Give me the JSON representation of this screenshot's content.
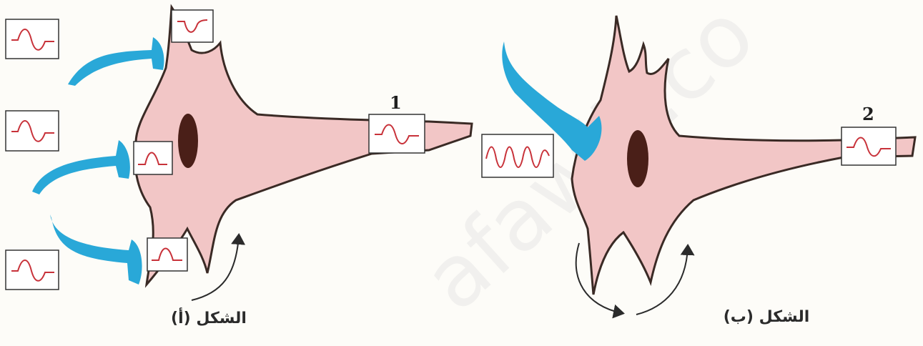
{
  "watermark": "afawik.co",
  "figure_a": {
    "caption": "الشكل (أ)",
    "label_number": "1"
  },
  "figure_b": {
    "caption": "الشكل (ب)",
    "label_number": "2"
  },
  "colors": {
    "neuron_fill": "#f2c6c6",
    "neuron_outline": "#3a2a25",
    "nucleus": "#4a1f18",
    "synapse_blue": "#29a8d8",
    "trace_red": "#c8323a",
    "box_stroke": "#333333",
    "background": "#fdfcf8"
  }
}
